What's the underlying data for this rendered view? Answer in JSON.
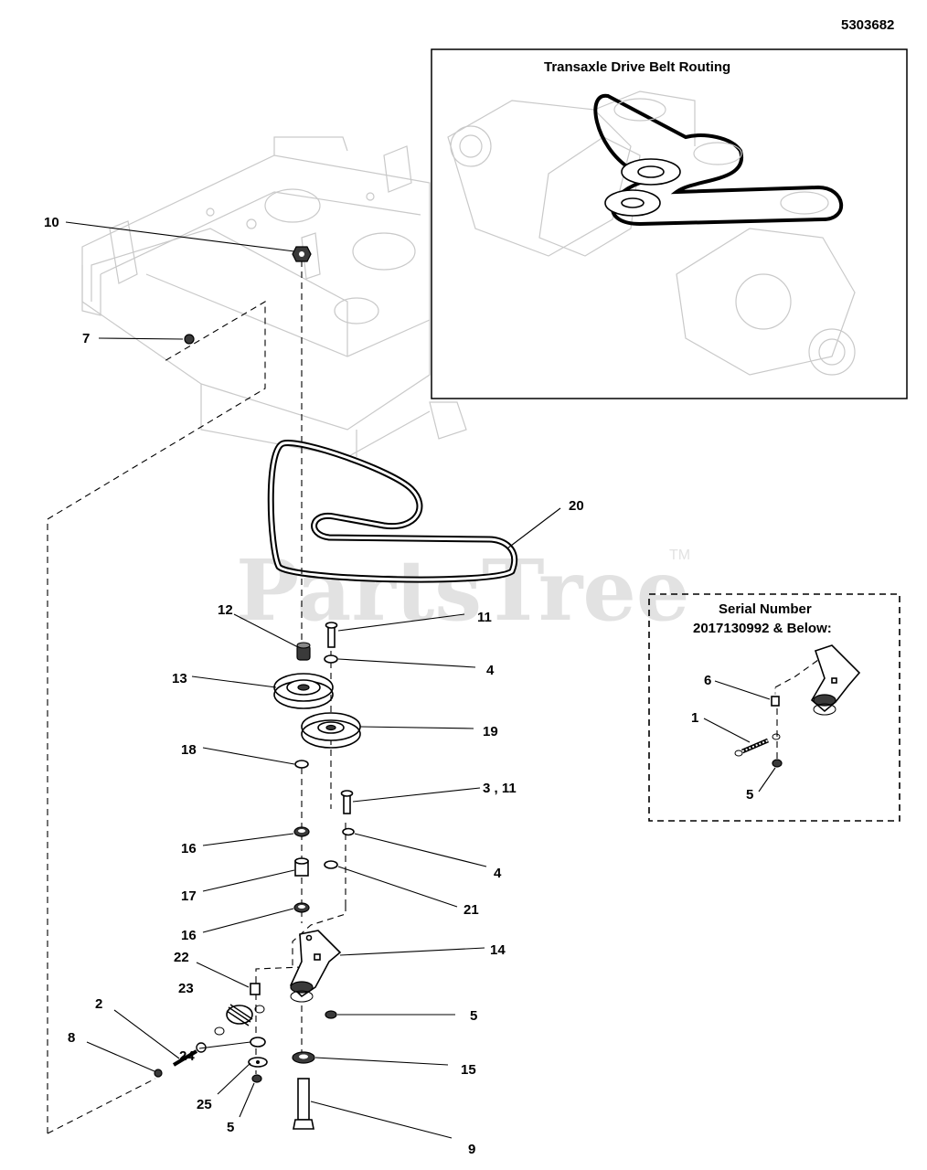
{
  "document_number": "5303682",
  "watermark": {
    "text": "PartsTree",
    "trademark": "TM"
  },
  "inset_transaxle": {
    "title": "Transaxle Drive Belt Routing"
  },
  "inset_serial": {
    "title_line1": "Serial Number",
    "title_line2": "2017130992 & Below:"
  },
  "callouts": {
    "c10": "10",
    "c7": "7",
    "c20": "20",
    "c12": "12",
    "c11": "11",
    "c4a": "4",
    "c13": "13",
    "c19": "19",
    "c18": "18",
    "c3_11": "3 , 11",
    "c16a": "16",
    "c4b": "4",
    "c17": "17",
    "c21": "21",
    "c16b": "16",
    "c14": "14",
    "c22": "22",
    "c23": "23",
    "c2": "2",
    "c8": "8",
    "c5a": "5",
    "c24": "24",
    "c15": "15",
    "c25": "25",
    "c5b": "5",
    "c9": "9",
    "s6": "6",
    "s1": "1",
    "s5": "5"
  },
  "colors": {
    "line": "#000000",
    "frame_ghost": "#c9c9c9",
    "watermark": "#e2e2e2"
  }
}
